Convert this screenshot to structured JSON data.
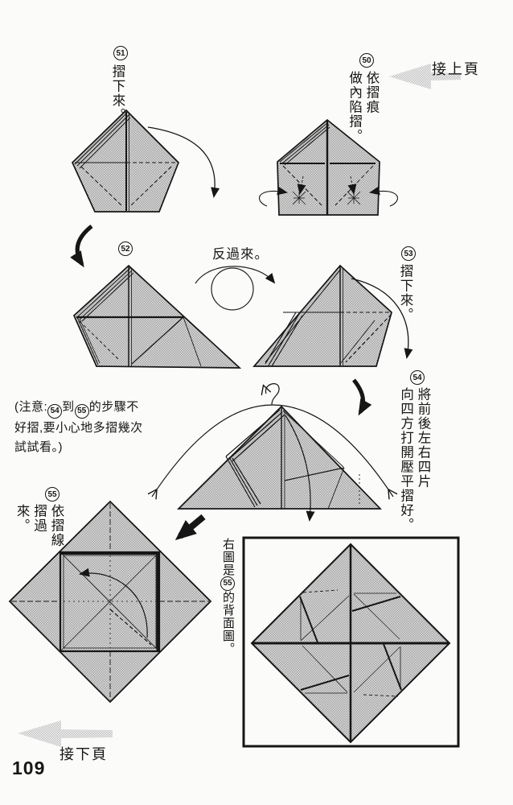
{
  "page": {
    "number": "109"
  },
  "nav": {
    "prev": "接上頁",
    "next": "接下頁"
  },
  "turn_over": "反過來。",
  "steps": [
    {
      "num": "50",
      "lines": [
        "依摺痕",
        "做內陷摺。"
      ]
    },
    {
      "num": "51",
      "lines": [
        "摺下來。"
      ]
    },
    {
      "num": "52",
      "lines": []
    },
    {
      "num": "53",
      "lines": [
        "摺下來。"
      ]
    },
    {
      "num": "54",
      "lines": [
        "將前後左右四片",
        "向四方打開壓平摺好。"
      ]
    },
    {
      "num": "55",
      "lines": [
        "依摺線",
        "摺過來。"
      ]
    }
  ],
  "note": {
    "pre": "(注意:",
    "num1": "54",
    "mid": "到",
    "num2": "55",
    "post": "的步驟不好摺,要小心地多摺幾次試試看。)"
  },
  "back_view": {
    "pre": "右圖是",
    "num": "55",
    "post": "的背面圖。"
  },
  "colors": {
    "paper": "#fbfbf9",
    "ink": "#161616",
    "screentone": "#c0c0c0",
    "nav_arrow": "#cccccc"
  }
}
